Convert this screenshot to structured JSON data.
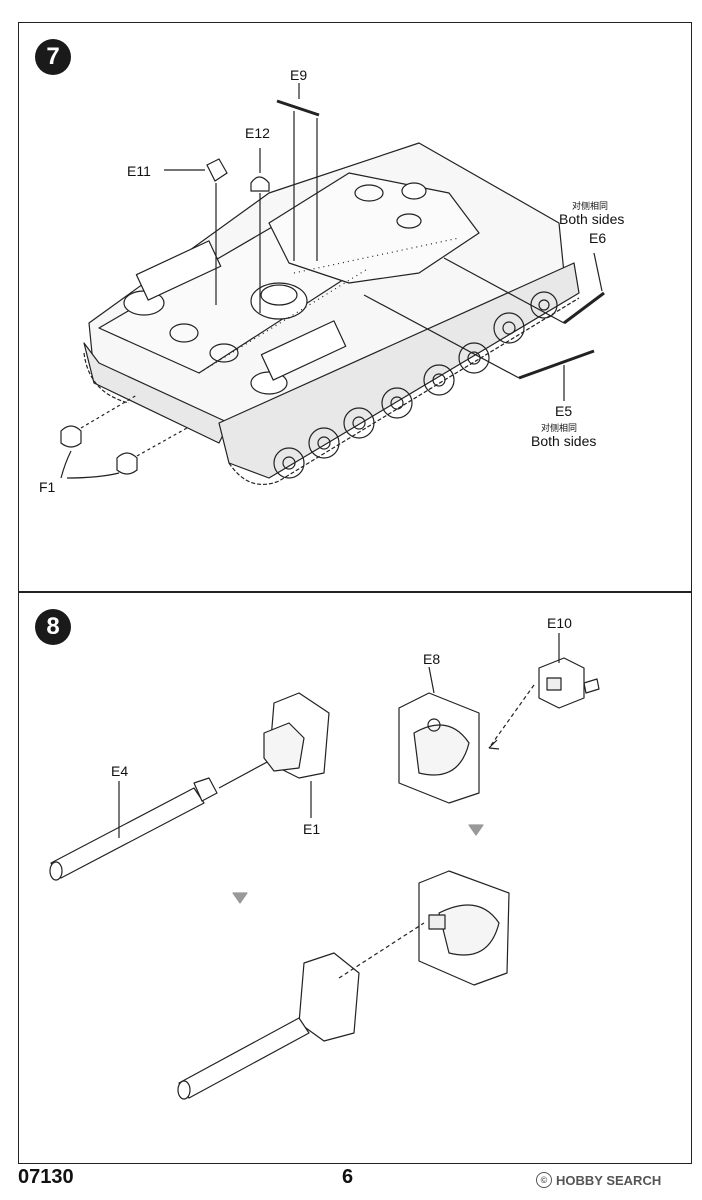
{
  "document": {
    "kit_number": "07130",
    "page_number": "6",
    "watermark": "HOBBY SEARCH",
    "watermark_icon": "copyright-icon"
  },
  "step7": {
    "badge": "7",
    "labels": {
      "e9": "E9",
      "e12": "E12",
      "e11": "E11",
      "e6": "E6",
      "e5": "E5",
      "f1": "F1",
      "both_sides_cn_1": "对侧相同",
      "both_sides_en_1": "Both sides",
      "both_sides_cn_2": "对侧相同",
      "both_sides_en_2": "Both sides"
    }
  },
  "step8": {
    "badge": "8",
    "labels": {
      "e10": "E10",
      "e8": "E8",
      "e4": "E4",
      "e1": "E1"
    },
    "arrow_icons": [
      "down-arrow-icon",
      "down-arrow-icon"
    ]
  }
}
